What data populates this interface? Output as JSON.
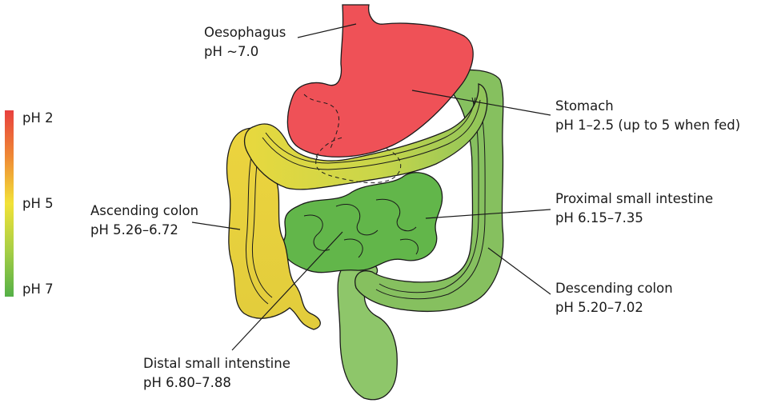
{
  "scale": {
    "labels": [
      "pH 2",
      "pH 5",
      "pH 7"
    ],
    "colors": {
      "acidic": "#e8403e",
      "mid": "#f2e238",
      "neutral": "#55b047"
    }
  },
  "regions": {
    "oesophagus": {
      "name": "Oesophagus",
      "ph": "pH ~7.0"
    },
    "stomach": {
      "name": "Stomach",
      "ph": "pH 1–2.5 (up to 5 when fed)"
    },
    "ascending_colon": {
      "name": "Ascending colon",
      "ph": "pH 5.26–6.72"
    },
    "proximal_small_intestine": {
      "name": "Proximal small intestine",
      "ph": "pH 6.15–7.35"
    },
    "distal_small_intestine": {
      "name": "Distal small intenstine",
      "ph": "pH 6.80–7.88"
    },
    "descending_colon": {
      "name": "Descending colon",
      "ph": "pH 5.20–7.02"
    }
  },
  "colors": {
    "stomach": "#ef5157",
    "transverse_start": "#e8d83e",
    "transverse_end": "#8ec45a",
    "ascending": "#e9d33f",
    "small_intestine": "#62b64a",
    "descending": "#86c05f",
    "rectum": "#8ec66a",
    "outline": "#1a1a1a"
  }
}
